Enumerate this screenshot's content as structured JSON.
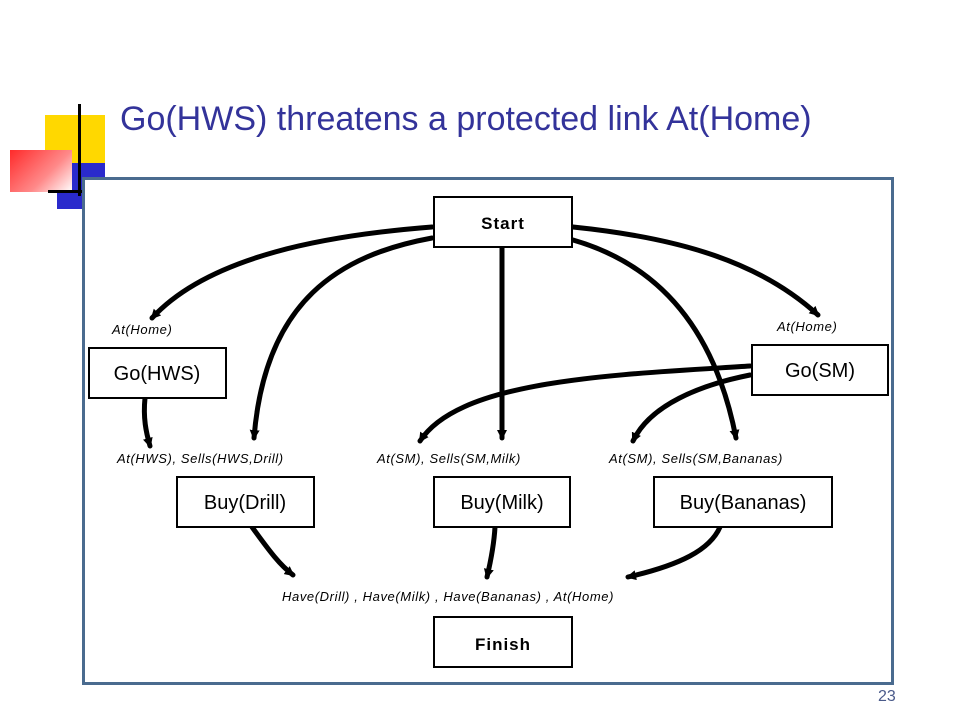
{
  "title": "Go(HWS) threatens a protected link At(Home)",
  "page_number": "23",
  "nodes": {
    "start": "Start",
    "go_hws": "Go(HWS)",
    "go_sm": "Go(SM)",
    "buy_drill": "Buy(Drill)",
    "buy_milk": "Buy(Milk)",
    "buy_bananas": "Buy(Bananas)",
    "finish": "Finish"
  },
  "conditions": {
    "go_hws_pre": "At(Home)",
    "go_sm_pre": "At(Home)",
    "buy_drill_pre": "At(HWS), Sells(HWS,Drill)",
    "buy_milk_pre": "At(SM), Sells(SM,Milk)",
    "buy_bananas_pre": "At(SM), Sells(SM,Bananas)",
    "finish_pre": "Have(Drill) , Have(Milk) , Have(Bananas) , At(Home)"
  },
  "colors": {
    "title": "#33339a",
    "frame": "#4a6b8f",
    "deco_yellow": "#ffd800",
    "deco_blue": "#2222cc",
    "deco_red": "#ff3030"
  }
}
